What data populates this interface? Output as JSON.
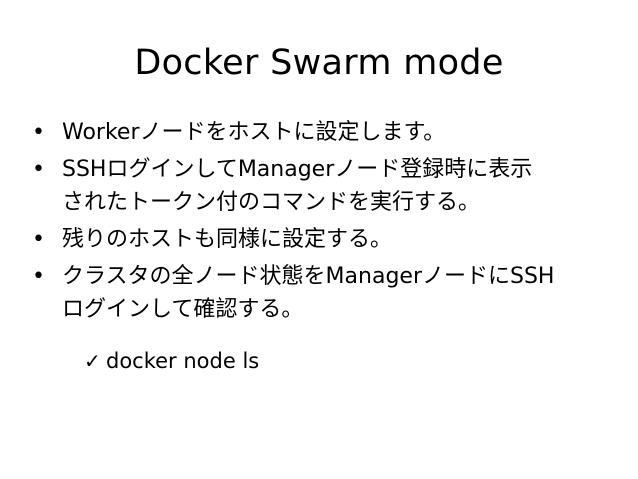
{
  "slide": {
    "title": "Docker Swarm mode",
    "bullet_symbol": "•",
    "check_symbol": "✓",
    "bullets": [
      {
        "lines": [
          "Workerノードをホストに設定します。"
        ]
      },
      {
        "lines": [
          "SSHログインしてManagerノード登録時に表示",
          "されたトークン付のコマンドを実行する。"
        ]
      },
      {
        "lines": [
          "残りのホストも同様に設定する。"
        ]
      },
      {
        "lines": [
          "クラスタの全ノード状態をManagerノードにSSH",
          "ログインして確認する。"
        ]
      }
    ],
    "sub_item": "docker node ls"
  }
}
